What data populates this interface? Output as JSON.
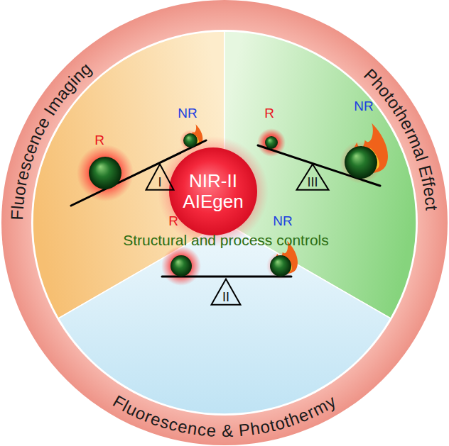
{
  "diagram": {
    "nodes": [
      {
        "text": [
          "NIR-II AIEgen"
        ]
      },
      {
        "text": [
          "I"
        ]
      },
      {
        "text": [
          "II"
        ]
      },
      {
        "text": [
          "III"
        ]
      }
    ],
    "labels": [
      "Fluorescence Imaging",
      "Photothermal Effect",
      "Fluorescence & Photothermy",
      "R",
      "NR",
      "R",
      "NR",
      "R",
      "NR",
      "Structural and process controls"
    ]
  }
}
